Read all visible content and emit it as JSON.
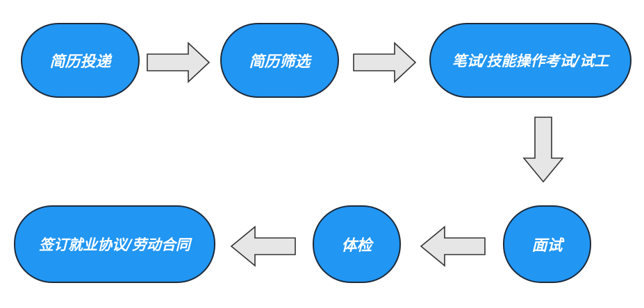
{
  "colors": {
    "node_fill": "#2196F3",
    "node_border": "#1d2a3a",
    "node_text": "#ffffff",
    "arrow_fill": "#e6e6e6",
    "arrow_stroke": "#333333"
  },
  "steps": [
    {
      "label": "简历投递"
    },
    {
      "label": "简历筛选"
    },
    {
      "label": "笔试/技能操作考试/试工"
    },
    {
      "label": "面试"
    },
    {
      "label": "体检"
    },
    {
      "label": "签订就业协议/劳动合同"
    }
  ]
}
